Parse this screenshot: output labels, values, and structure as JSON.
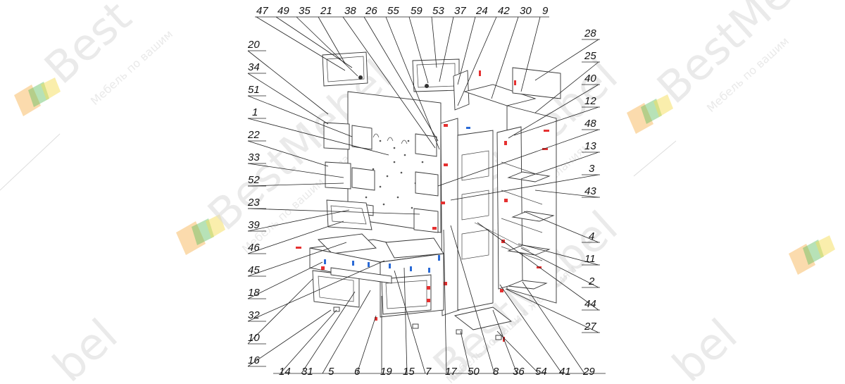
{
  "watermark": {
    "brand": "BestMebel",
    "brand_short": "Best",
    "brand_tail": "bel",
    "tagline": "Мебель по вашим",
    "tagline_alt": "Мебель по вашим желаниям",
    "colors": {
      "orange": "#f6b04a",
      "green": "#5fbf5f",
      "yellow": "#f5dd5a"
    }
  },
  "callouts_top": [
    "47",
    "49",
    "35",
    "21",
    "38",
    "26",
    "55",
    "59",
    "53",
    "37",
    "24",
    "42",
    "30",
    "9"
  ],
  "callouts_left": [
    "20",
    "34",
    "51",
    "1",
    "22",
    "33",
    "52",
    "23",
    "39",
    "46",
    "45",
    "18",
    "32",
    "10",
    "16"
  ],
  "callouts_right": [
    "28",
    "25",
    "40",
    "12",
    "48",
    "13",
    "3",
    "43",
    "4",
    "11",
    "2",
    "44",
    "27"
  ],
  "callouts_bottom": [
    "14",
    "31",
    "5",
    "6",
    "19",
    "15",
    "7",
    "17",
    "50",
    "8",
    "36",
    "54",
    "41",
    "29"
  ]
}
